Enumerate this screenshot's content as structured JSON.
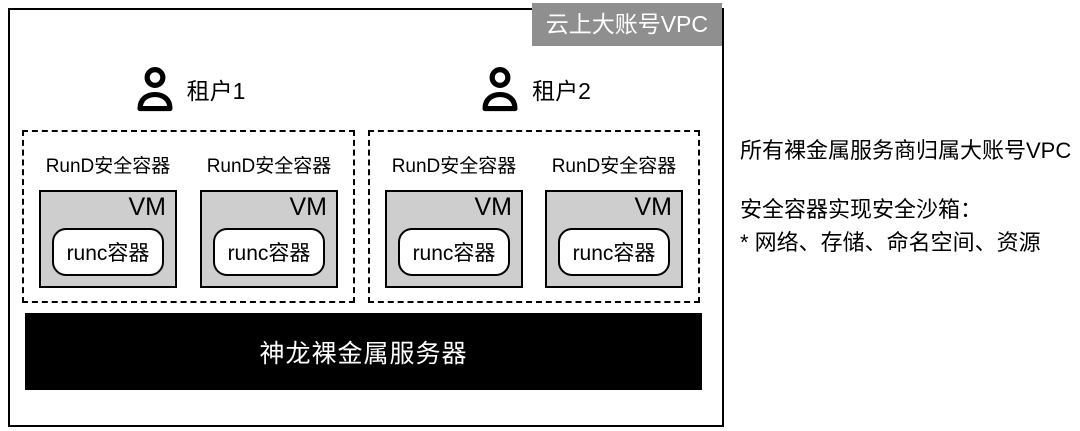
{
  "vpc": {
    "label": "云上大账号VPC"
  },
  "tenants": [
    {
      "label": "租户1",
      "sections": [
        {
          "title": "RunD安全容器",
          "vm_label": "VM",
          "runc_label": "runc容器"
        },
        {
          "title": "RunD安全容器",
          "vm_label": "VM",
          "runc_label": "runc容器"
        }
      ]
    },
    {
      "label": "租户2",
      "sections": [
        {
          "title": "RunD安全容器",
          "vm_label": "VM",
          "runc_label": "runc容器"
        },
        {
          "title": "RunD安全容器",
          "vm_label": "VM",
          "runc_label": "runc容器"
        }
      ]
    }
  ],
  "server": {
    "label": "神龙裸金属服务器"
  },
  "notes": {
    "line1": "所有裸金属服务商归属大账号VPC",
    "line2": "安全容器实现安全沙箱：",
    "line3": "* 网络、存储、命名空间、资源"
  },
  "icons": {
    "user": "user-icon"
  },
  "colors": {
    "vpc_label_bg": "#8f8f8f",
    "vm_fill": "#cecece",
    "server_bg": "#000000",
    "border": "#000000"
  }
}
